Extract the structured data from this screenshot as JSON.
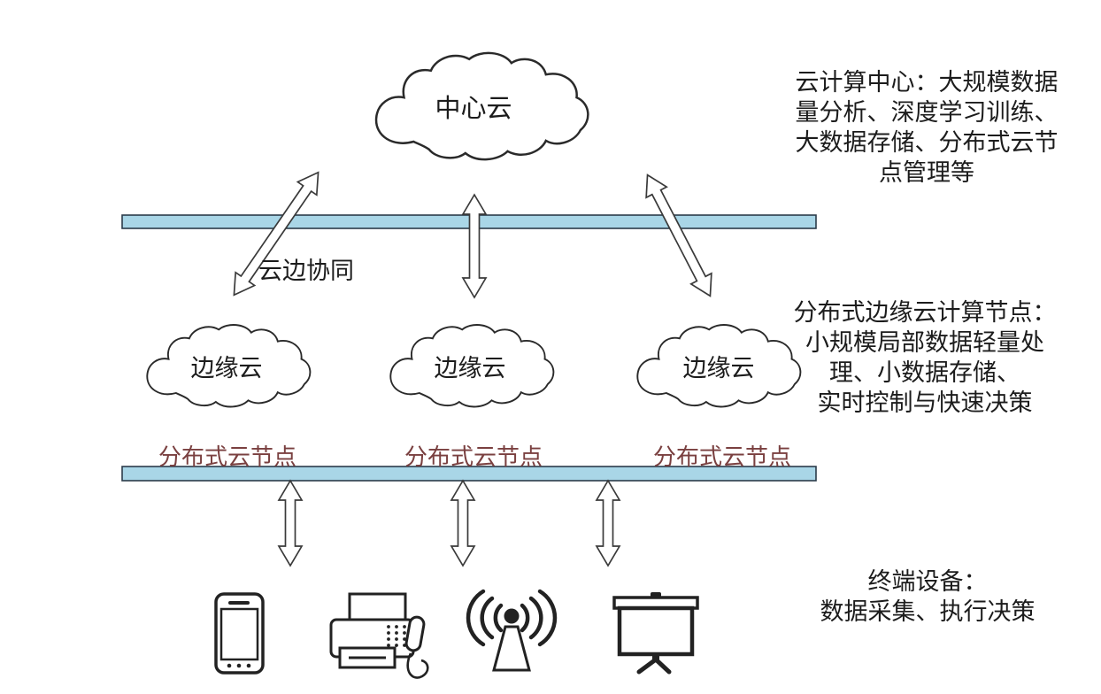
{
  "clouds": {
    "center_label": "中心云",
    "edge_labels": [
      "边缘云",
      "边缘云",
      "边缘云"
    ]
  },
  "connections": {
    "cloud_edge_label": "云边协同"
  },
  "node_labels": [
    "分布式云节点",
    "分布式云节点",
    "分布式云节点"
  ],
  "annotations": {
    "cloud_center": "云计算中心：大规模数据\n量分析、深度学习训练、\n大数据存储、分布式云节\n点管理等",
    "edge_nodes": "分布式边缘云计算节点：\n小规模局部数据轻量处\n理、小数据存储、\n实时控制与快速决策",
    "terminal_devices": "终端设备：\n数据采集、执行决策"
  },
  "icons": {
    "devices": [
      "smartphone-icon",
      "fax-machine-icon",
      "antenna-icon",
      "projector-screen-icon"
    ]
  },
  "colors": {
    "bar_fill": "#a9d6e7",
    "bar_border": "#2b3b4a",
    "node_label_color": "#7a4040",
    "text_color": "#1c1c1c",
    "outline_color": "#2a2a2a"
  }
}
